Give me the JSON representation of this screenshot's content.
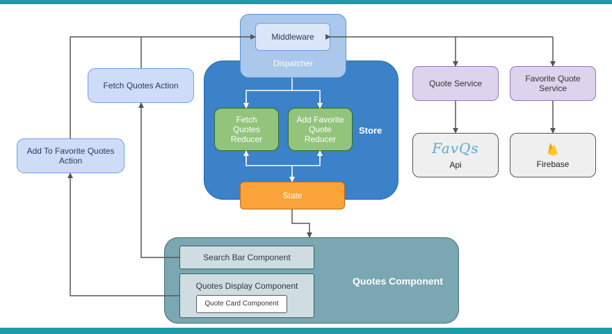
{
  "dispatcher": {
    "label": "Dispatcher",
    "middleware": "Middleware"
  },
  "store": {
    "label": "Store",
    "fetch_reducer": [
      "Fetch",
      "Quotes",
      "Reducer"
    ],
    "favorite_reducer": [
      "Add Favorite",
      "Quote",
      "Reducer"
    ],
    "state": "State"
  },
  "actions": {
    "fetch_quotes": "Fetch Quotes Action",
    "add_to_favorite": [
      "Add To Favorite Quotes",
      "Action"
    ]
  },
  "services": {
    "quote_service": "Quote Service",
    "favorite_quote_service": [
      "Favorite Quote",
      "Service"
    ],
    "api": {
      "logo_text": "FavQs",
      "label": "Api"
    },
    "firebase": {
      "label": "Firebase"
    }
  },
  "quotes_component": {
    "label": "Quotes Component",
    "search_bar": "Search Bar Component",
    "quotes_display": "Quotes Display Component",
    "quote_card": "Quote Card Component"
  },
  "colors": {
    "frame_bar": "#1e9aa6",
    "store": "#3b82c8",
    "dispatcher": "#a9c8ec",
    "reducer": "#92c47b",
    "state": "#f9a339",
    "action": "#cfdcf8",
    "service": "#ddd3ec",
    "external": "#efefef",
    "quotes_component": "#7aa7b1"
  }
}
